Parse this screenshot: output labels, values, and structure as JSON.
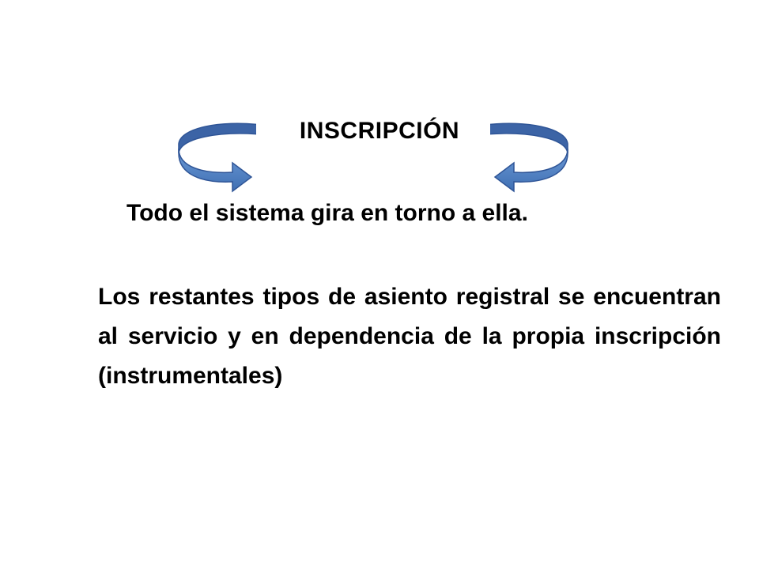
{
  "slide": {
    "title": "INSCRIPCIÓN",
    "subtitle": "Todo el sistema gira en torno a ella.",
    "body": "Los restantes tipos de asiento registral se encuentran al servicio y en dependencia de la propia inscripción (instrumentales)"
  },
  "icons": {
    "left": "curved-arrow-icon",
    "right": "curved-arrow-icon"
  },
  "colors": {
    "arrow_fill": "#4f81bd",
    "arrow_stroke": "#2f5597",
    "arrow_light": "#6d9bd6"
  }
}
